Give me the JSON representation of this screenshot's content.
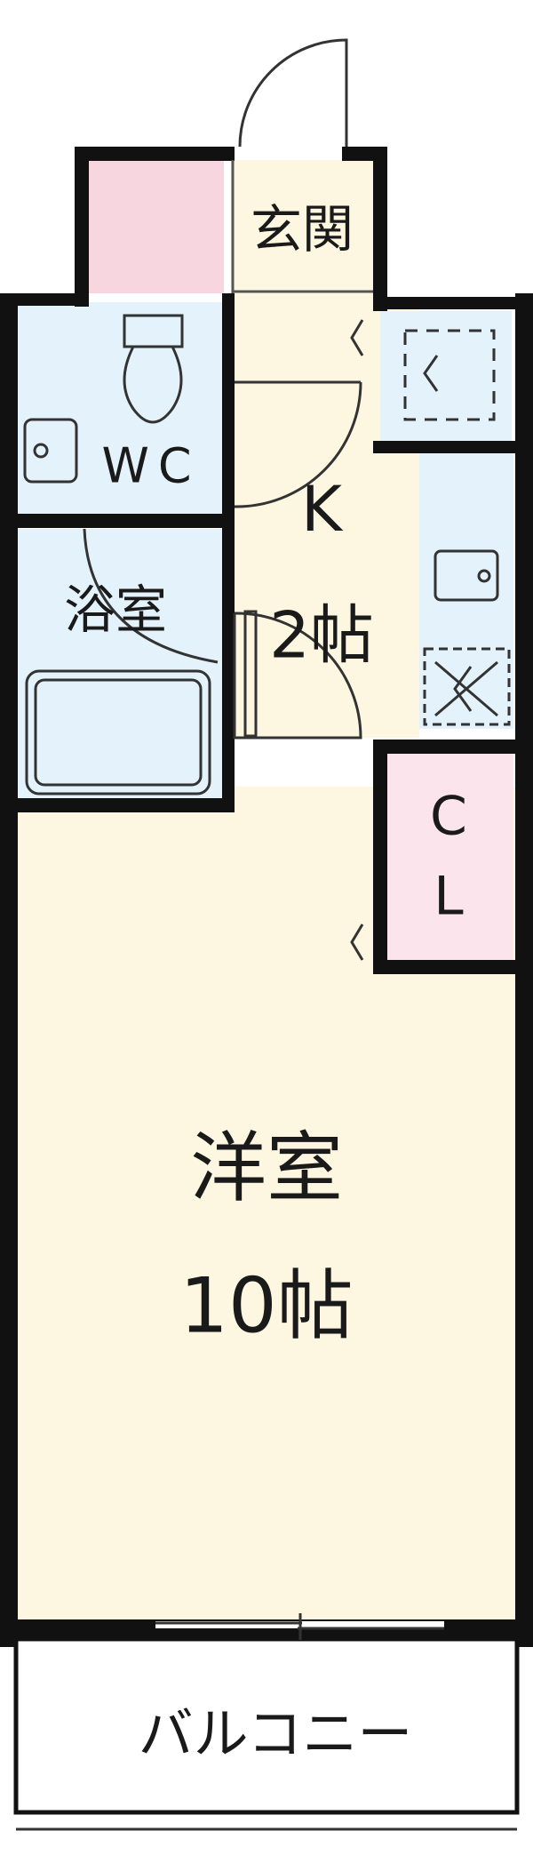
{
  "rooms": {
    "genkan": "玄関",
    "wc": "WC",
    "bath": "浴室",
    "kitchen_letter": "K",
    "kitchen_size": "2帖",
    "closet_c": "C",
    "closet_l": "L",
    "western_name": "洋室",
    "western_size": "10帖",
    "balcony": "バルコニー"
  },
  "colors": {
    "floor": "#fdf6e1",
    "wet": "#e3f2fb",
    "closet": "#fce4ec",
    "shoebox": "#f8d6e0",
    "wall": "#111111",
    "balcony": "#ffffff"
  }
}
